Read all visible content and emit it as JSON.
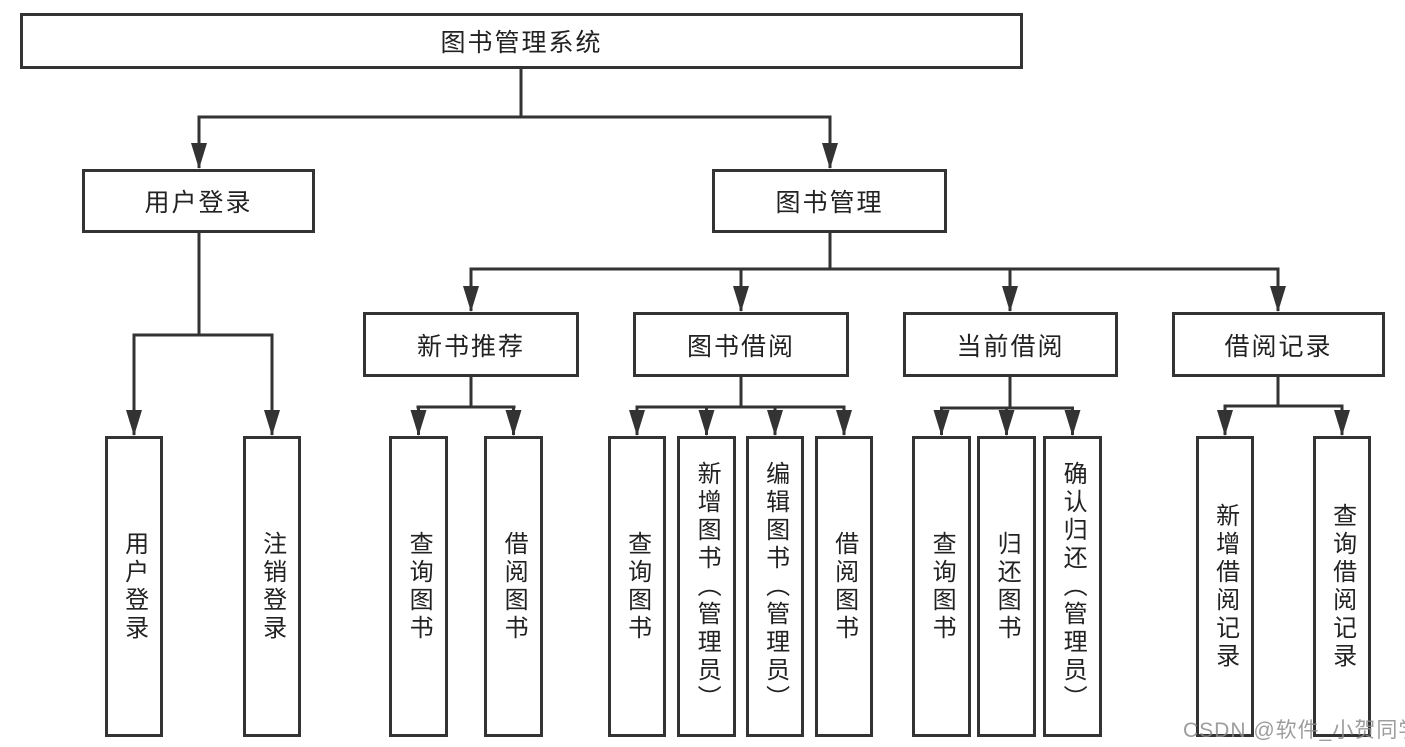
{
  "tree": {
    "root": {
      "label": "图书管理系统"
    },
    "login": {
      "label": "用户登录",
      "children": [
        {
          "label": "用户登录"
        },
        {
          "label": "注销登录"
        }
      ]
    },
    "mgmt": {
      "label": "图书管理",
      "groups": [
        {
          "label": "新书推荐",
          "children": [
            {
              "label": "查询图书"
            },
            {
              "label": "借阅图书"
            }
          ]
        },
        {
          "label": "图书借阅",
          "children": [
            {
              "label": "查询图书"
            },
            {
              "label": "新增图书（管理员）"
            },
            {
              "label": "编辑图书（管理员）"
            },
            {
              "label": "借阅图书"
            }
          ]
        },
        {
          "label": "当前借阅",
          "children": [
            {
              "label": "查询图书"
            },
            {
              "label": "归还图书"
            },
            {
              "label": "确认归还（管理员）"
            }
          ]
        },
        {
          "label": "借阅记录",
          "children": [
            {
              "label": "新增借阅记录"
            },
            {
              "label": "查询借阅记录"
            }
          ]
        }
      ]
    }
  },
  "watermark": {
    "text": "CSDN @软件_小贺同学"
  },
  "colors": {
    "line": "#333333",
    "text": "#222222",
    "background": "#ffffff",
    "watermark": "#8c8c8c"
  }
}
